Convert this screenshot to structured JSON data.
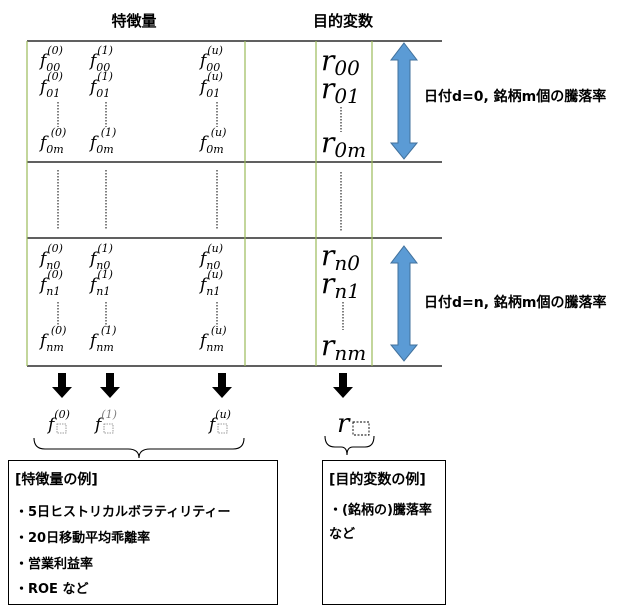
{
  "headers": {
    "features": "特徴量",
    "target": "目的変数"
  },
  "side_labels": {
    "day0": "日付d=0, 銘柄m個の騰落率",
    "dayn": "日付d=n, 銘柄m個の騰落率"
  },
  "features": {
    "rows_top": [
      [
        {
          "b": "f",
          "sub": "00",
          "sup": "(0)"
        },
        {
          "b": "f",
          "sub": "00",
          "sup": "(1)"
        },
        {
          "b": "f",
          "sub": "00",
          "sup": "(u)"
        }
      ],
      [
        {
          "b": "f",
          "sub": "01",
          "sup": "(0)"
        },
        {
          "b": "f",
          "sub": "01",
          "sup": "(1)"
        },
        {
          "b": "f",
          "sub": "01",
          "sup": "(u)"
        }
      ],
      [
        {
          "b": "f",
          "sub": "0m",
          "sup": "(0)"
        },
        {
          "b": "f",
          "sub": "0m",
          "sup": "(1)"
        },
        {
          "b": "f",
          "sub": "0m",
          "sup": "(u)"
        }
      ]
    ],
    "rows_bottom": [
      [
        {
          "b": "f",
          "sub": "n0",
          "sup": "(0)"
        },
        {
          "b": "f",
          "sub": "n0",
          "sup": "(1)"
        },
        {
          "b": "f",
          "sub": "n0",
          "sup": "(u)"
        }
      ],
      [
        {
          "b": "f",
          "sub": "n1",
          "sup": "(0)"
        },
        {
          "b": "f",
          "sub": "n1",
          "sup": "(1)"
        },
        {
          "b": "f",
          "sub": "n1",
          "sup": "(u)"
        }
      ],
      [
        {
          "b": "f",
          "sub": "nm",
          "sup": "(0)"
        },
        {
          "b": "f",
          "sub": "nm",
          "sup": "(1)"
        },
        {
          "b": "f",
          "sub": "nm",
          "sup": "(u)"
        }
      ]
    ],
    "outputs": [
      {
        "b": "f",
        "sup": "(0)"
      },
      {
        "b": "f",
        "sup": "(1)"
      },
      {
        "b": "f",
        "sup": "(u)"
      }
    ]
  },
  "targets": {
    "top": [
      {
        "b": "r",
        "sub": "00"
      },
      {
        "b": "r",
        "sub": "01"
      },
      {
        "b": "r",
        "sub": "0m"
      }
    ],
    "bottom": [
      {
        "b": "r",
        "sub": "n0"
      },
      {
        "b": "r",
        "sub": "n1"
      },
      {
        "b": "r",
        "sub": "nm"
      }
    ],
    "output": {
      "b": "r"
    }
  },
  "feature_examples": {
    "title": "[特徴量の例]",
    "items": [
      "・5日ヒストリカルボラティリティー",
      "・20日移動平均乖離率",
      "・営業利益率",
      "・ROE など"
    ]
  },
  "target_examples": {
    "title": "[目的変数の例]",
    "items": [
      "・(銘柄の)騰落率",
      "など"
    ]
  },
  "colors": {
    "grid_green": "#9bbb59",
    "arrow_blue": "#5b9bd5",
    "arrow_blue_edge": "#41719c",
    "placeholder_gray": "#7f7f7f"
  }
}
